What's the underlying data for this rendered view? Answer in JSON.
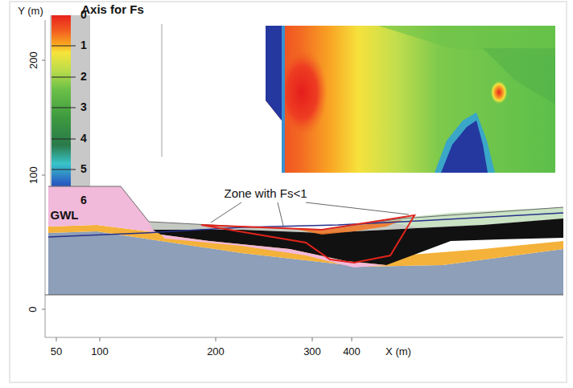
{
  "diagram": {
    "labels": [
      "Y (m)",
      "Axis for Fs",
      "0",
      "1",
      "2",
      "3",
      "4",
      "5",
      "6",
      "200",
      "100",
      "0",
      "Zone with Fs<1",
      "GWL",
      "50",
      "100",
      "200",
      "300",
      "400",
      "X (m)"
    ]
  }
}
